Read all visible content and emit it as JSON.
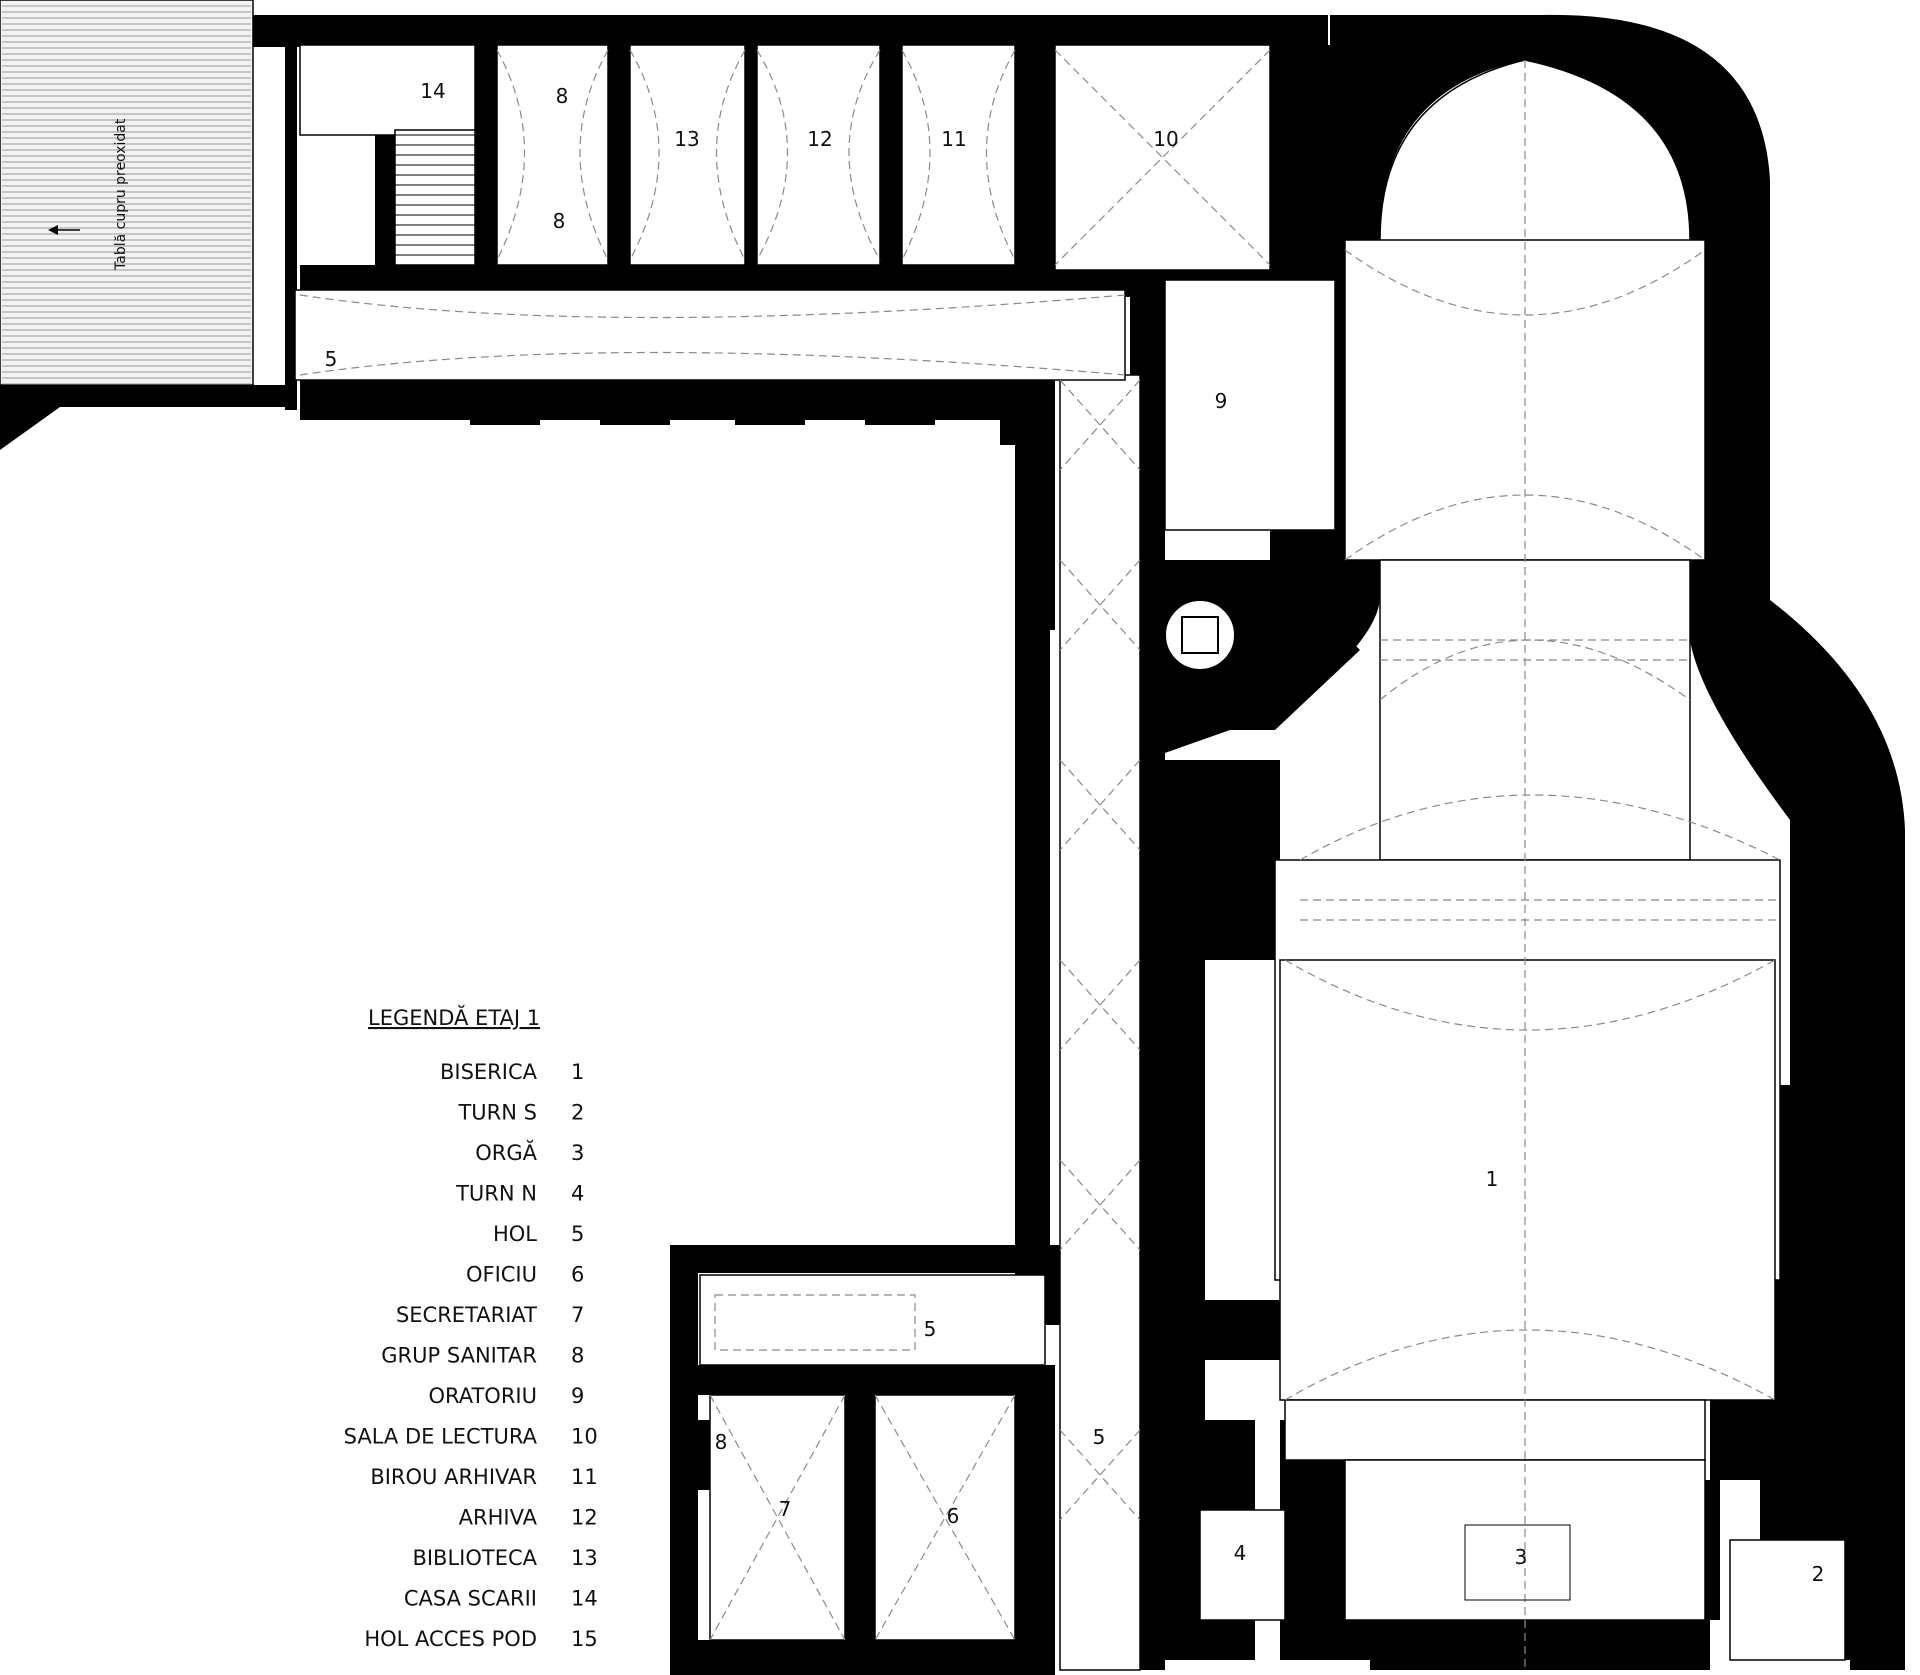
{
  "legend": {
    "title": "LEGENDĂ ETAJ 1",
    "items": [
      {
        "name": "BISERICA",
        "num": "1"
      },
      {
        "name": "TURN S",
        "num": "2"
      },
      {
        "name": "ORGĂ",
        "num": "3"
      },
      {
        "name": "TURN N",
        "num": "4"
      },
      {
        "name": "HOL",
        "num": "5"
      },
      {
        "name": "OFICIU",
        "num": "6"
      },
      {
        "name": "SECRETARIAT",
        "num": "7"
      },
      {
        "name": "GRUP SANITAR",
        "num": "8"
      },
      {
        "name": "ORATORIU",
        "num": "9"
      },
      {
        "name": "SALA DE LECTURA",
        "num": "10"
      },
      {
        "name": "BIROU ARHIVAR",
        "num": "11"
      },
      {
        "name": "ARHIVA",
        "num": "12"
      },
      {
        "name": "BIBLIOTECA",
        "num": "13"
      },
      {
        "name": "CASA SCARII",
        "num": "14"
      },
      {
        "name": "HOL ACCES POD",
        "num": "15"
      }
    ]
  },
  "roof_note": "Tablă cupru preoxidat",
  "room_labels": {
    "r1": "1",
    "r2": "2",
    "r3": "3",
    "r4": "4",
    "r5_hall_top": "5",
    "r5_hall_bottom": "5",
    "r5_corridor": "5",
    "r6": "6",
    "r7": "7",
    "r8_top": "8",
    "r8_mid": "8",
    "r8_bottom": "8",
    "r9": "9",
    "r10": "10",
    "r11": "11",
    "r12": "12",
    "r13": "13",
    "r14": "14"
  },
  "colors": {
    "wall": "#000000",
    "line": "#8a8a8a",
    "paper": "#ffffff"
  }
}
